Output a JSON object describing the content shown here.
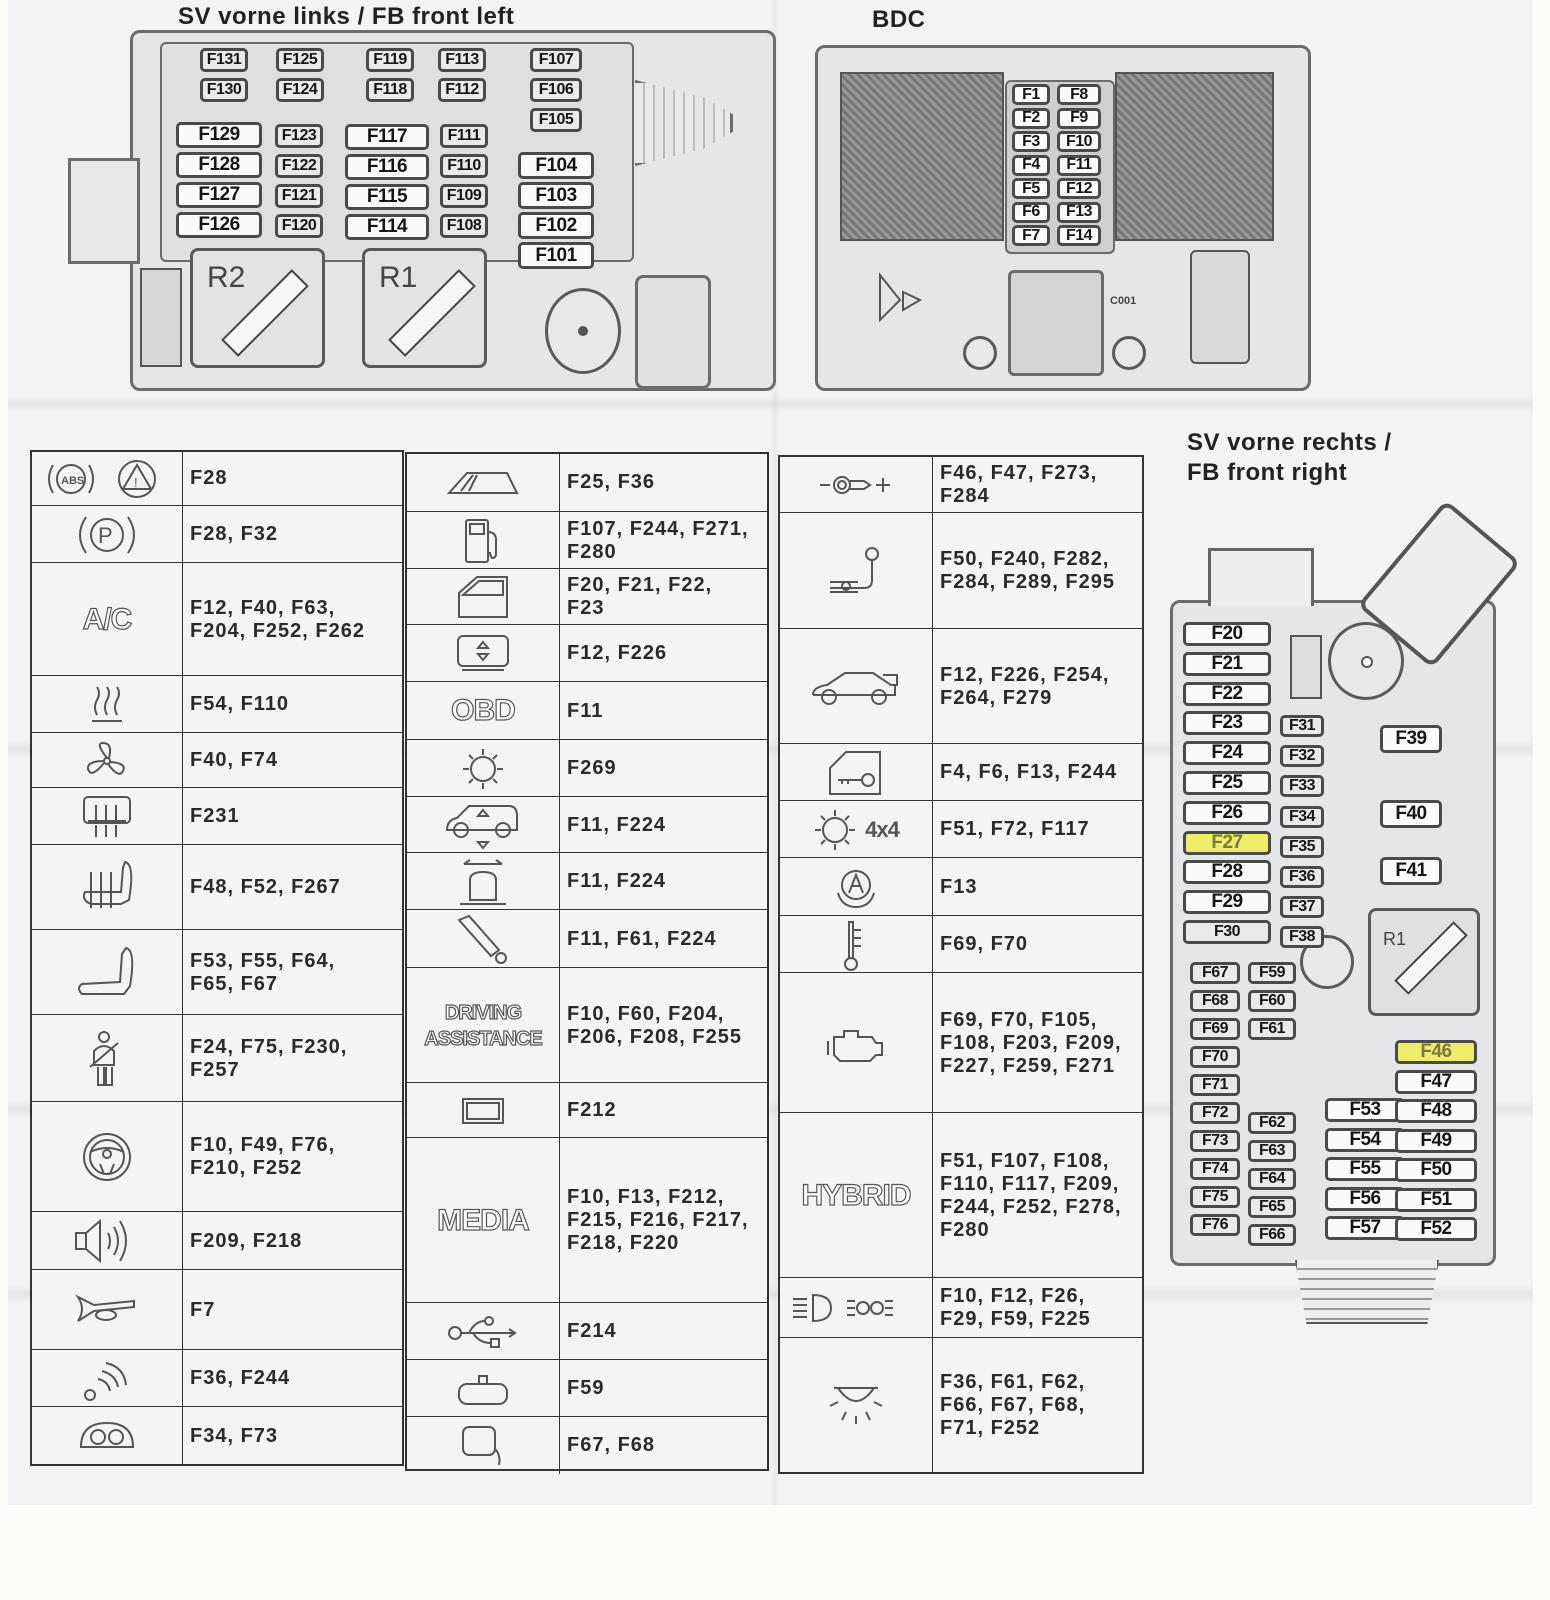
{
  "titles": {
    "front_left": "SV vorne links / FB front left",
    "bdc": "BDC",
    "front_right_line1": "SV vorne rechts /",
    "front_right_line2": "FB front right"
  },
  "front_left_box": {
    "top_fuses": [
      [
        "F131",
        "F130"
      ],
      [
        "F125",
        "F124"
      ],
      [
        "F119",
        "F118"
      ],
      [
        "F113",
        "F112"
      ],
      [
        "F107",
        "F106",
        "F105"
      ]
    ],
    "grid_col1": [
      "F129",
      "F128",
      "F127",
      "F126"
    ],
    "grid_col2": [
      "F123",
      "F122",
      "F121",
      "F120"
    ],
    "grid_col3": [
      "F117",
      "F116",
      "F115",
      "F114"
    ],
    "grid_col4": [
      "F111",
      "F110",
      "F109",
      "F108"
    ],
    "grid_col5": [
      "F104",
      "F103",
      "F102",
      "F101"
    ],
    "relays": [
      "R2",
      "R1"
    ]
  },
  "bdc_box": {
    "left_col": [
      "F1",
      "F2",
      "F3",
      "F4",
      "F5",
      "F6",
      "F7"
    ],
    "right_col": [
      "F8",
      "F9",
      "F10",
      "F11",
      "F12",
      "F13",
      "F14"
    ],
    "connector_label": "C001"
  },
  "front_right_box": {
    "col_a": [
      "F20",
      "F21",
      "F22",
      "F23",
      "F24",
      "F25",
      "F26",
      "F27",
      "F28",
      "F29",
      "F30"
    ],
    "col_b": [
      "F31",
      "F32",
      "F33",
      "F34",
      "F35",
      "F36",
      "F37",
      "F38"
    ],
    "big": [
      "F39",
      "F40",
      "F41"
    ],
    "relay": "R1",
    "lower_a": [
      "F67",
      "F68",
      "F69",
      "F70",
      "F71",
      "F72",
      "F73",
      "F74",
      "F75",
      "F76"
    ],
    "lower_b_top": [
      "F59",
      "F60",
      "F61"
    ],
    "lower_b_bottom": [
      "F62",
      "F63",
      "F64",
      "F65",
      "F66"
    ],
    "mid": [
      "F53",
      "F54",
      "F55",
      "F56",
      "F57"
    ],
    "right": [
      "F46",
      "F47",
      "F48",
      "F49",
      "F50",
      "F51",
      "F52"
    ],
    "highlighted": [
      "F27",
      "F46"
    ],
    "highlight_color": "#efec6a"
  },
  "legend": {
    "col1": [
      {
        "icon": "abs-brake-warning-icon",
        "fuses": "F28"
      },
      {
        "icon": "parking-brake-icon",
        "fuses": "F28, F32"
      },
      {
        "icon": "ac-icon",
        "label": "A/C",
        "fuses": "F12, F40, F63,\nF204, F252, F262"
      },
      {
        "icon": "windshield-heating-icon",
        "fuses": "F54, F110"
      },
      {
        "icon": "fan-icon",
        "fuses": "F40, F74"
      },
      {
        "icon": "rear-defrost-icon",
        "fuses": "F231"
      },
      {
        "icon": "heated-seat-icon",
        "fuses": "F48, F52, F267"
      },
      {
        "icon": "seat-icon",
        "fuses": "F53, F55, F64,\nF65, F67"
      },
      {
        "icon": "seatbelt-icon",
        "fuses": "F24, F75, F230,\nF257"
      },
      {
        "icon": "steering-wheel-icon",
        "fuses": "F10, F49, F76,\nF210, F252"
      },
      {
        "icon": "speaker-icon",
        "fuses": "F209, F218"
      },
      {
        "icon": "horn-icon",
        "fuses": "F7"
      },
      {
        "icon": "wireless-signal-icon",
        "fuses": "F36, F244"
      },
      {
        "icon": "instrument-cluster-icon",
        "fuses": "F34, F73"
      }
    ],
    "col2": [
      {
        "icon": "sunroof-icon",
        "fuses": "F25, F36"
      },
      {
        "icon": "fuel-pump-icon",
        "fuses": "F107, F244, F271,\nF280"
      },
      {
        "icon": "door-window-icon",
        "fuses": "F20, F21, F22,\nF23"
      },
      {
        "icon": "windshield-defrost-icon",
        "fuses": "F12, F226"
      },
      {
        "icon": "obd-icon",
        "label": "OBD",
        "fuses": "F11"
      },
      {
        "icon": "gear-icon",
        "fuses": "F269"
      },
      {
        "icon": "suspension-height-icon",
        "fuses": "F11, F224"
      },
      {
        "icon": "vehicle-leveling-icon",
        "fuses": "F11, F224"
      },
      {
        "icon": "shock-absorber-icon",
        "fuses": "F11, F61, F224"
      },
      {
        "icon": "driving-assistance-icon",
        "label": "DRIVING\nASSISTANCE",
        "fuses": "F10, F60, F204,\nF206, F208, F255"
      },
      {
        "icon": "display-icon",
        "fuses": "F212"
      },
      {
        "icon": "media-icon",
        "label": "MEDIA",
        "fuses": "F10, F13, F212,\nF215, F216, F217,\nF218, F220"
      },
      {
        "icon": "usb-icon",
        "fuses": "F214"
      },
      {
        "icon": "rearview-mirror-icon",
        "fuses": "F59"
      },
      {
        "icon": "side-mirror-icon",
        "fuses": "F67, F68"
      }
    ],
    "col3": [
      {
        "icon": "trailer-socket-icon",
        "fuses": "F46, F47, F273,\nF284"
      },
      {
        "icon": "tow-hitch-icon",
        "fuses": "F50, F240, F282,\nF284, F289, F295"
      },
      {
        "icon": "spoiler-car-icon",
        "fuses": "F12, F226, F254,\nF264, F279"
      },
      {
        "icon": "door-key-icon",
        "fuses": "F4, F6, F13, F244"
      },
      {
        "icon": "4x4-gear-icon",
        "label": "4x4",
        "fuses": "F51, F72, F117"
      },
      {
        "icon": "auto-start-stop-icon",
        "fuses": "F13"
      },
      {
        "icon": "coolant-temperature-icon",
        "fuses": "F69, F70"
      },
      {
        "icon": "engine-check-icon",
        "fuses": "F69, F70, F105,\nF108, F203, F209,\nF227, F259, F271"
      },
      {
        "icon": "hybrid-icon",
        "label": "HYBRID",
        "fuses": "F51, F107, F108,\nF110, F117, F209,\nF244, F252, F278,\nF280"
      },
      {
        "icon": "headlight-icon",
        "fuses": "F10, F12, F26,\nF29, F59, F225"
      },
      {
        "icon": "interior-light-icon",
        "fuses": "F36, F61, F62,\nF66, F67, F68,\nF71, F252"
      }
    ]
  }
}
